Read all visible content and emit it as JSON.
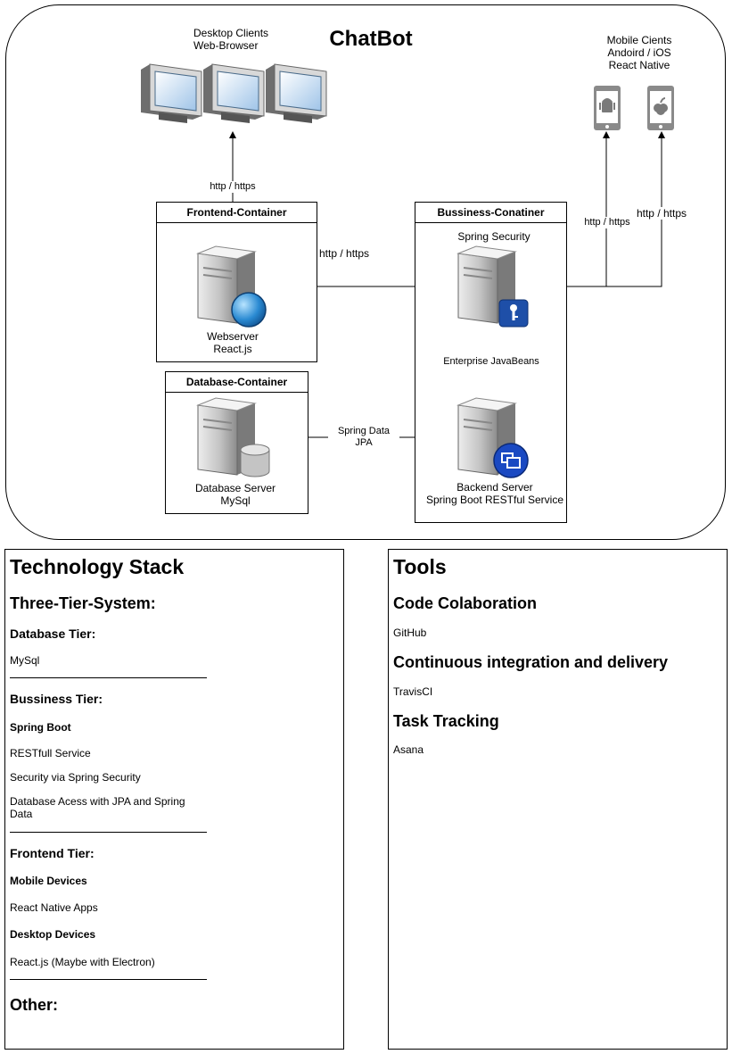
{
  "diagram": {
    "title": "ChatBot",
    "desktop_clients": {
      "line1": "Desktop Clients",
      "line2": "Web-Browser",
      "icon": "monitor-icon"
    },
    "mobile_clients": {
      "line1": "Mobile Cients",
      "line2": "Andoird / iOS",
      "line3": "React Native",
      "icons": [
        "android-phone-icon",
        "apple-phone-icon"
      ]
    },
    "frontend": {
      "title": "Frontend-Container",
      "label1": "Webserver",
      "label2": "React.js",
      "icon": "web-server-globe-icon"
    },
    "business": {
      "title": "Bussiness-Conatiner",
      "security_label": "Spring Security",
      "ejb_label": "Enterprise JavaBeans",
      "backend_label1": "Backend Server",
      "backend_label2": "Spring Boot RESTful Service",
      "icons": [
        "security-server-key-icon",
        "backend-server-windows-icon"
      ]
    },
    "database": {
      "title": "Database-Container",
      "label1": "Database Server",
      "label2": "MySql",
      "icon": "database-server-icon"
    },
    "edges": {
      "desktop_http": "http / https",
      "front_business_http": "http / https",
      "mobile_http_1": "http / https",
      "mobile_http_2": "http / https",
      "spring_data_1": "Spring Data",
      "spring_data_2": "JPA"
    }
  },
  "tech_stack": {
    "title": "Technology Stack",
    "three_tier": "Three-Tier-System:",
    "database_tier": "Database Tier:",
    "database_item": "MySql",
    "business_tier": "Bussiness Tier:",
    "spring_boot": "Spring Boot",
    "business_items": [
      "RESTfull Service",
      "Security via Spring Security",
      "Database Acess with JPA and Spring Data"
    ],
    "frontend_tier": "Frontend Tier:",
    "mobile_devices": "Mobile Devices",
    "mobile_item": "React Native Apps",
    "desktop_devices": "Desktop Devices",
    "desktop_item": "React.js (Maybe with Electron)",
    "other": "Other:"
  },
  "tools": {
    "title": "Tools",
    "code_collab": "Code Colaboration",
    "code_collab_item": "GitHub",
    "ci": "Continuous integration and delivery",
    "ci_item": "TravisCI",
    "task_tracking": "Task Tracking",
    "task_tracking_item": "Asana"
  }
}
